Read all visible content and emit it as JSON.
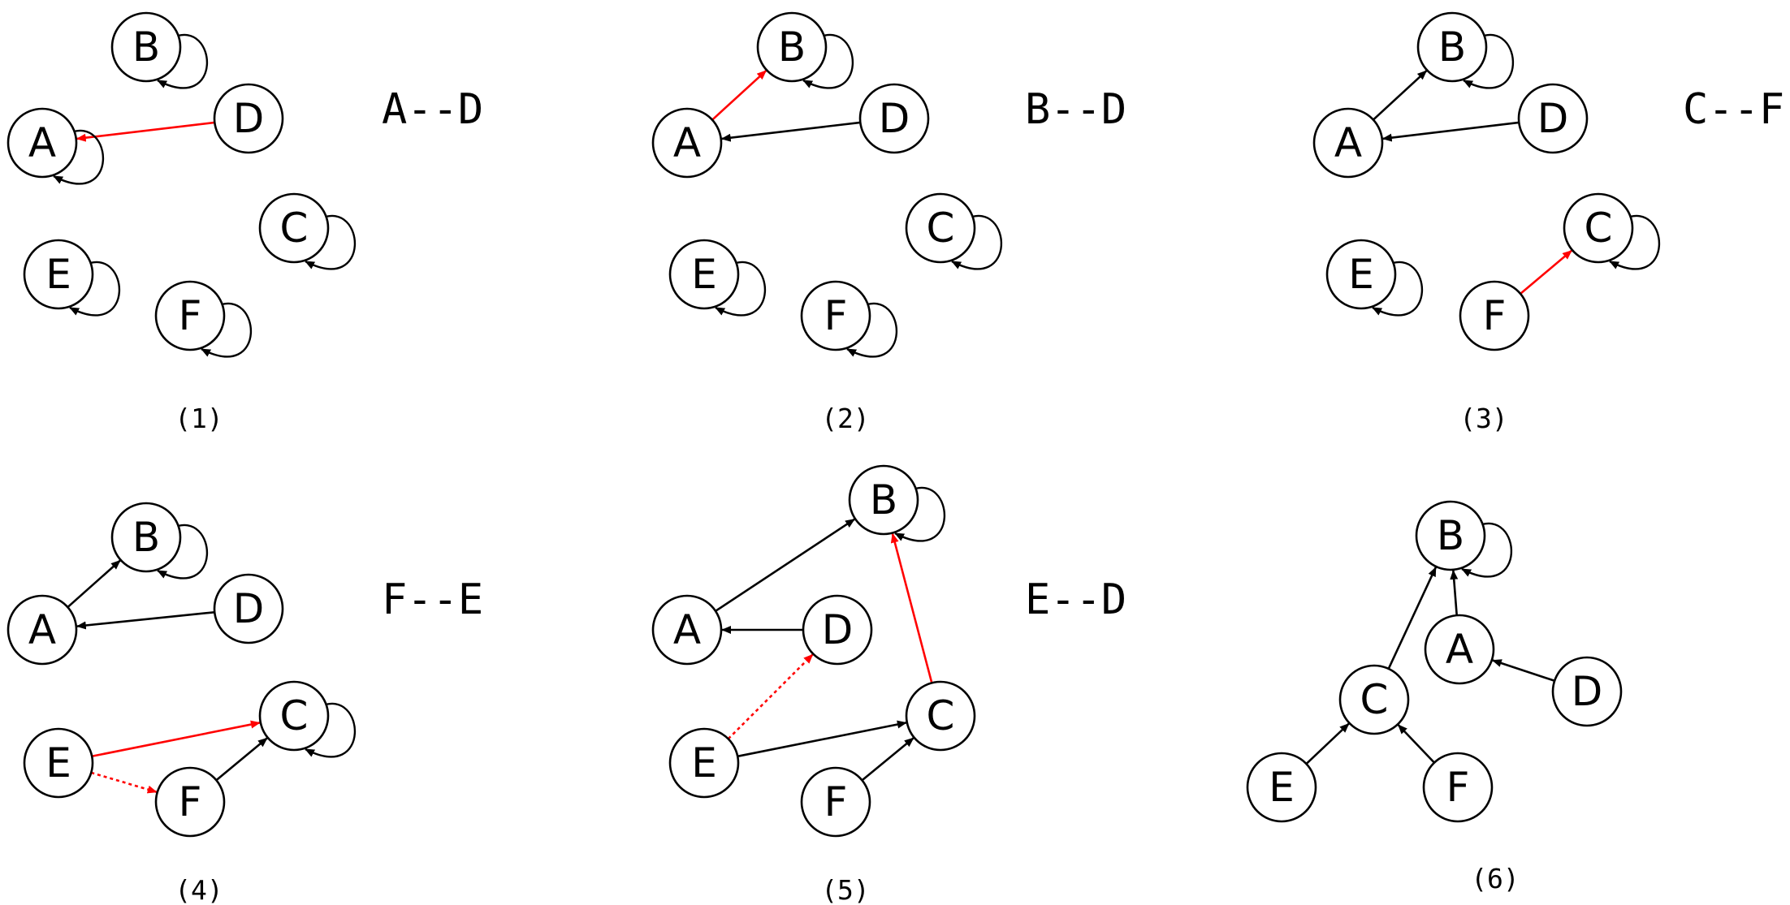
{
  "colors": {
    "normal": "#000000",
    "highlight": "#ff0000",
    "background": "#ffffff"
  },
  "panels": [
    {
      "caption": "(1)",
      "operation": "A--D",
      "nodes": [
        {
          "id": "B",
          "loop": true
        },
        {
          "id": "A",
          "loop": true
        },
        {
          "id": "D",
          "loop": false
        },
        {
          "id": "C",
          "loop": true
        },
        {
          "id": "E",
          "loop": true
        },
        {
          "id": "F",
          "loop": true
        }
      ],
      "edges": [
        {
          "from": "D",
          "to": "A",
          "style": "red"
        }
      ]
    },
    {
      "caption": "(2)",
      "operation": "B--D",
      "nodes": [
        {
          "id": "B",
          "loop": true
        },
        {
          "id": "A",
          "loop": false
        },
        {
          "id": "D",
          "loop": false
        },
        {
          "id": "C",
          "loop": true
        },
        {
          "id": "E",
          "loop": true
        },
        {
          "id": "F",
          "loop": true
        }
      ],
      "edges": [
        {
          "from": "A",
          "to": "B",
          "style": "red"
        },
        {
          "from": "D",
          "to": "A",
          "style": "black"
        }
      ]
    },
    {
      "caption": "(3)",
      "operation": "C--F",
      "nodes": [
        {
          "id": "B",
          "loop": true
        },
        {
          "id": "A",
          "loop": false
        },
        {
          "id": "D",
          "loop": false
        },
        {
          "id": "C",
          "loop": true
        },
        {
          "id": "E",
          "loop": true
        },
        {
          "id": "F",
          "loop": false
        }
      ],
      "edges": [
        {
          "from": "A",
          "to": "B",
          "style": "black"
        },
        {
          "from": "D",
          "to": "A",
          "style": "black"
        },
        {
          "from": "F",
          "to": "C",
          "style": "red"
        }
      ]
    },
    {
      "caption": "(4)",
      "operation": "F--E",
      "nodes": [
        {
          "id": "B",
          "loop": true
        },
        {
          "id": "A",
          "loop": false
        },
        {
          "id": "D",
          "loop": false
        },
        {
          "id": "C",
          "loop": true
        },
        {
          "id": "E",
          "loop": false
        },
        {
          "id": "F",
          "loop": false
        }
      ],
      "edges": [
        {
          "from": "A",
          "to": "B",
          "style": "black"
        },
        {
          "from": "D",
          "to": "A",
          "style": "black"
        },
        {
          "from": "F",
          "to": "C",
          "style": "black"
        },
        {
          "from": "E",
          "to": "C",
          "style": "red"
        },
        {
          "from": "E",
          "to": "F",
          "style": "red-dotted"
        }
      ]
    },
    {
      "caption": "(5)",
      "operation": "E--D",
      "nodes": [
        {
          "id": "B",
          "loop": true
        },
        {
          "id": "A",
          "loop": false
        },
        {
          "id": "D",
          "loop": false
        },
        {
          "id": "C",
          "loop": false
        },
        {
          "id": "E",
          "loop": false
        },
        {
          "id": "F",
          "loop": false
        }
      ],
      "edges": [
        {
          "from": "A",
          "to": "B",
          "style": "black"
        },
        {
          "from": "D",
          "to": "A",
          "style": "black"
        },
        {
          "from": "C",
          "to": "B",
          "style": "red"
        },
        {
          "from": "E",
          "to": "C",
          "style": "black"
        },
        {
          "from": "F",
          "to": "C",
          "style": "black"
        },
        {
          "from": "E",
          "to": "D",
          "style": "red-dotted"
        }
      ]
    },
    {
      "caption": "(6)",
      "operation": "",
      "nodes": [
        {
          "id": "B",
          "loop": true
        },
        {
          "id": "A",
          "loop": false
        },
        {
          "id": "D",
          "loop": false
        },
        {
          "id": "C",
          "loop": false
        },
        {
          "id": "E",
          "loop": false
        },
        {
          "id": "F",
          "loop": false
        }
      ],
      "edges": [
        {
          "from": "A",
          "to": "B",
          "style": "black"
        },
        {
          "from": "C",
          "to": "B",
          "style": "black"
        },
        {
          "from": "D",
          "to": "A",
          "style": "black"
        },
        {
          "from": "E",
          "to": "C",
          "style": "black"
        },
        {
          "from": "F",
          "to": "C",
          "style": "black"
        }
      ]
    }
  ]
}
